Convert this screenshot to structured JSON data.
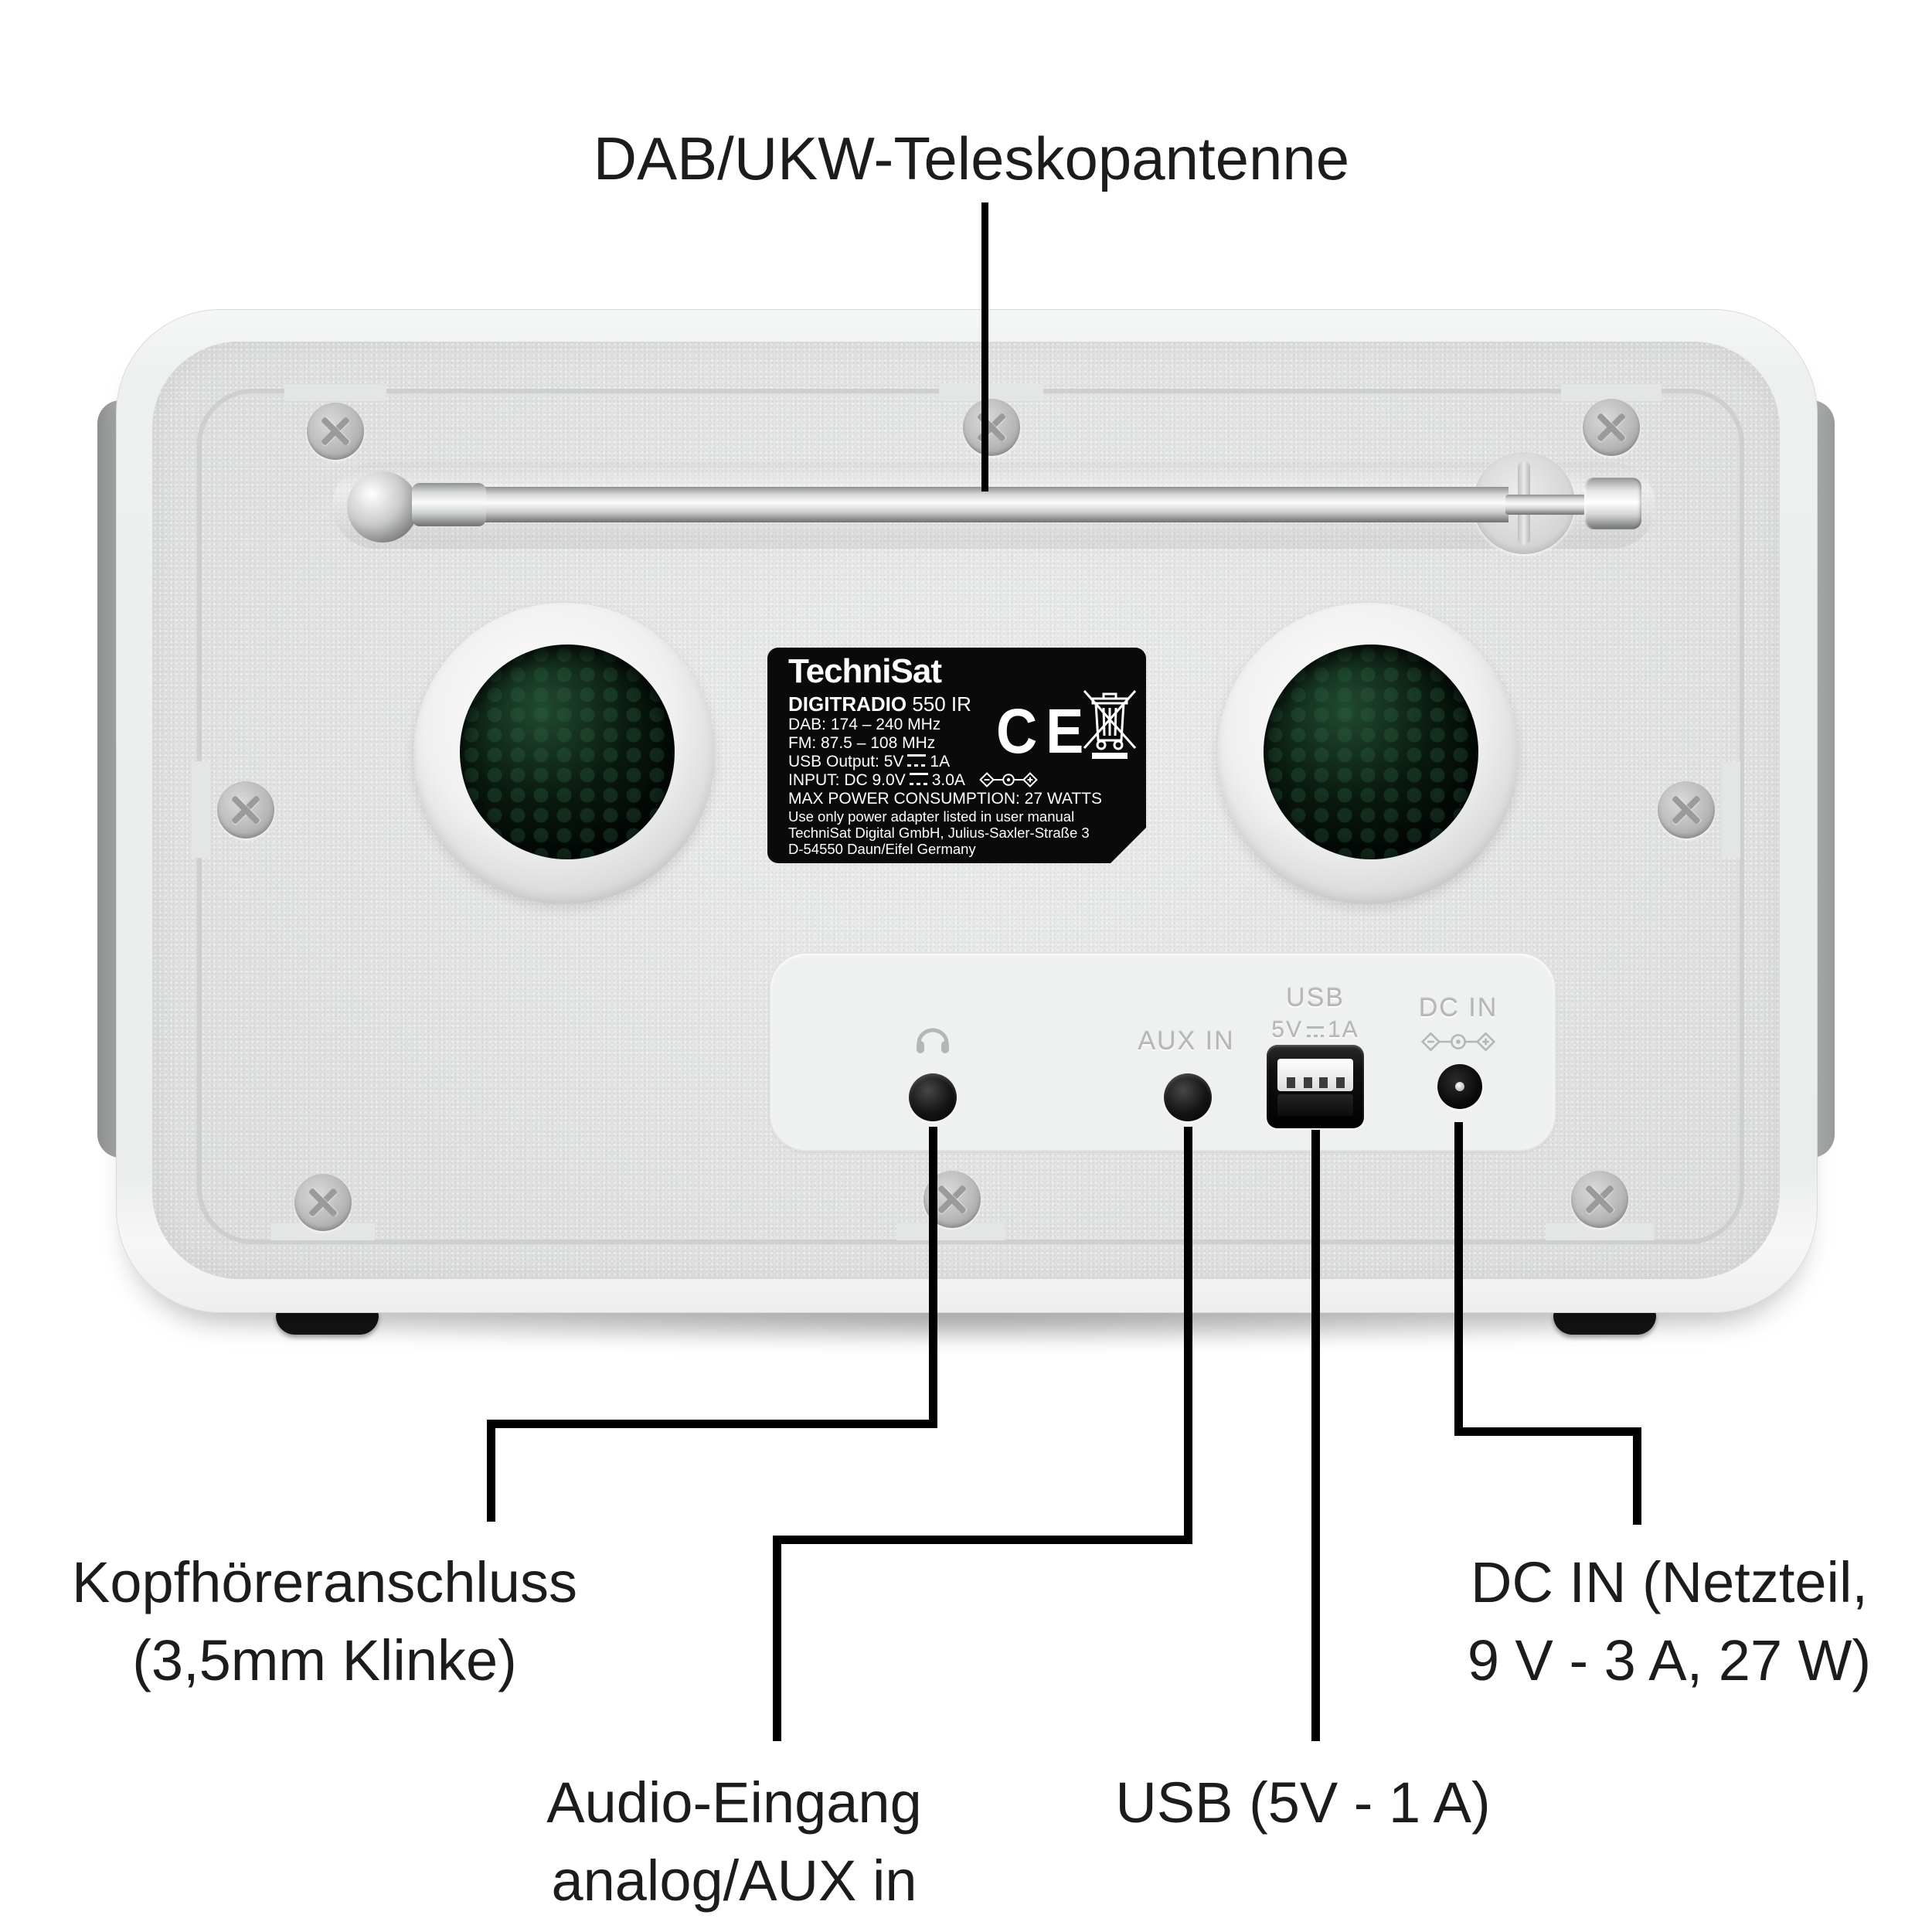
{
  "diagram": {
    "callouts": {
      "antenna": {
        "label": "DAB/UKW-Teleskopantenne"
      },
      "headphone": {
        "line1": "Kopfhöreranschluss",
        "line2": "(3,5mm Klinke)"
      },
      "aux": {
        "line1": "Audio-Eingang",
        "line2": "analog/AUX in"
      },
      "usb": {
        "label": "USB (5V - 1 A)"
      },
      "dc": {
        "line1": "DC IN (Netzteil,",
        "line2": "9 V - 3 A, 27 W)"
      }
    }
  },
  "device": {
    "plate": {
      "brand": "TechniSat",
      "model_bold": "DIGITRADIO",
      "model_light": " 550 IR",
      "spec_dab": "DAB: 174 – 240 MHz",
      "spec_fm": "FM: 87.5 – 108 MHz",
      "usb_out_pre": "USB Output: 5V",
      "usb_out_post": "1A",
      "input_pre": "INPUT: DC 9.0V",
      "input_post": "3.0A",
      "max_power": "MAX POWER CONSUMPTION: 27 WATTS",
      "note1": "Use only power adapter listed in user manual",
      "note2": "TechniSat Digital GmbH, Julius-Saxler-Straße 3",
      "note3": "D-54550 Daun/Eifel Germany",
      "ce": "CE"
    },
    "port_labels": {
      "aux": "AUX IN",
      "usb_line1": "USB",
      "usb_pre": "5V",
      "usb_post": "1A",
      "dc": "DC IN"
    }
  },
  "colors": {
    "callout_line": "#000000",
    "label_text": "#1c1c1c",
    "plate_bg": "#0a0a0a",
    "plate_text": "#ffffff",
    "body_light": "#f2f3f3",
    "panel_gray": "#e4e5e5",
    "embossed_text": "#b5b6b6",
    "speaker_dark": "#04100a"
  }
}
